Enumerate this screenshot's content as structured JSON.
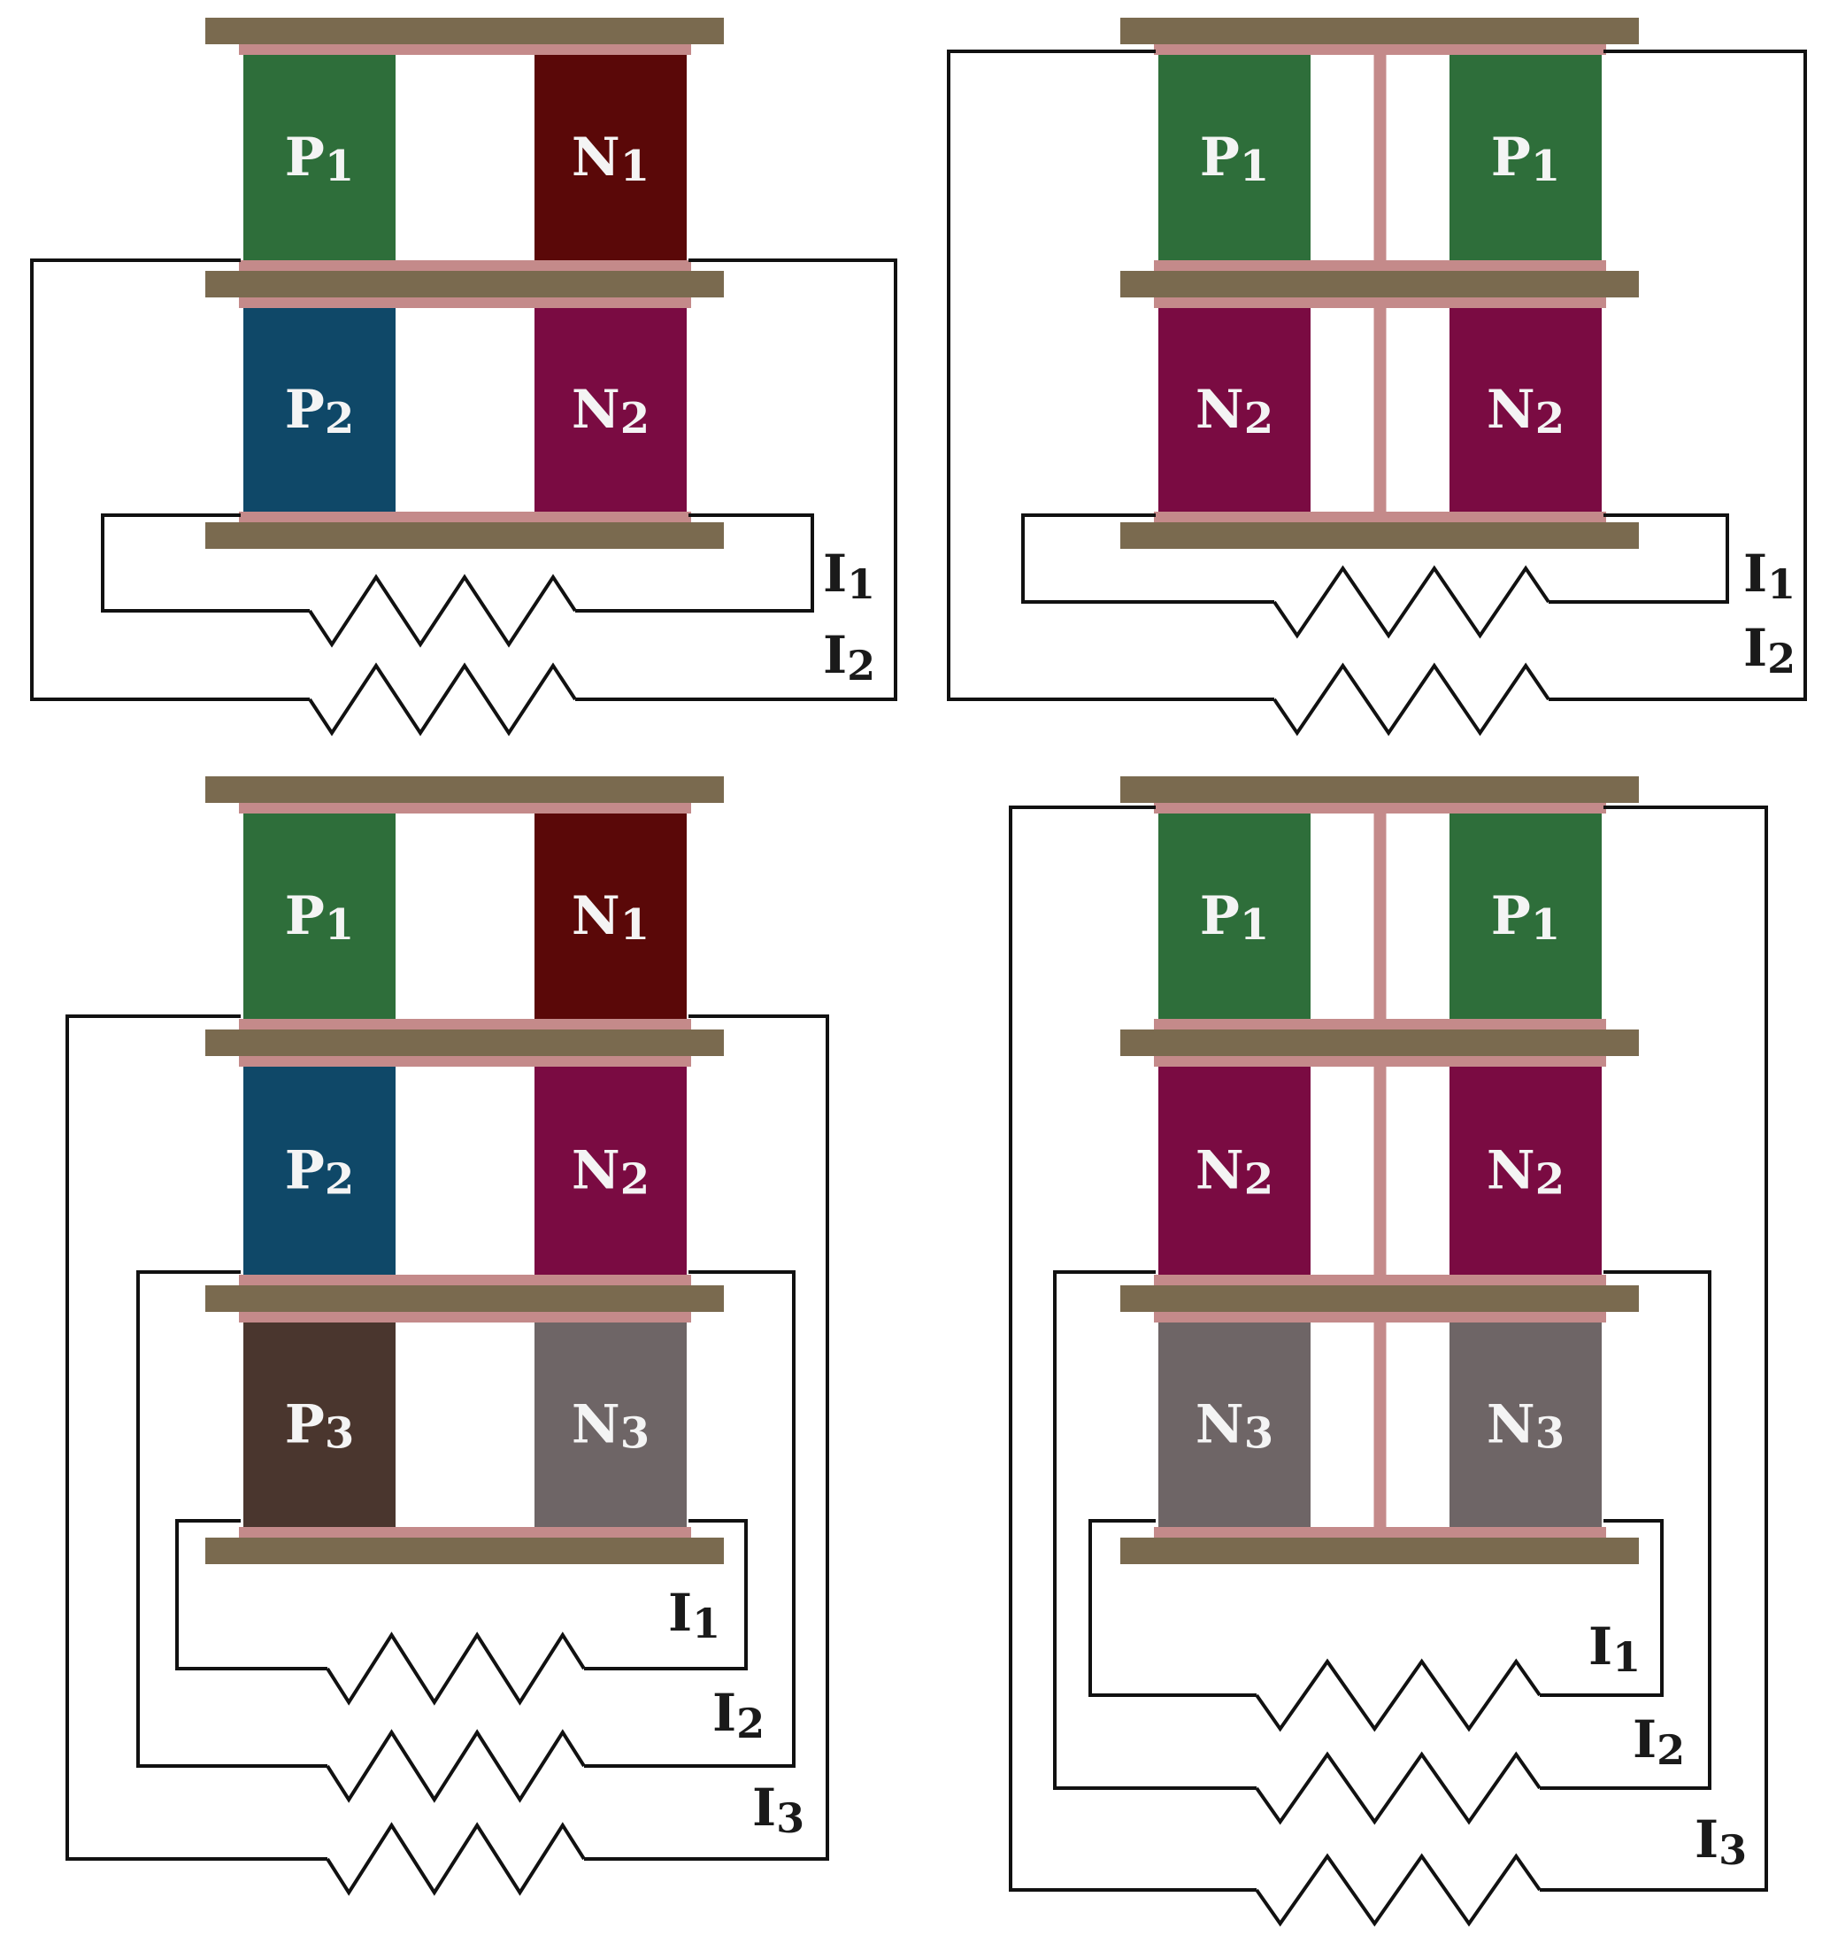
{
  "colors": {
    "plate": "#7a6a4f",
    "strip": "#c48a8a",
    "wire": "#111111",
    "P1": "#2e6e3a",
    "P2": "#0f4868",
    "P3": "#4a362e",
    "N1": "#5a0808",
    "N2": "#7a0b42",
    "N3": "#6e6566",
    "text_light": "#f2f2f2",
    "text_dark": "#1a1a1a"
  },
  "panels": [
    {
      "id": "panel-a",
      "legs": [
        [
          {
            "sym": "P",
            "sub": "1"
          },
          {
            "sym": "N",
            "sub": "1"
          }
        ],
        [
          {
            "sym": "P",
            "sub": "2"
          },
          {
            "sym": "N",
            "sub": "2"
          }
        ]
      ],
      "currents": [
        {
          "sym": "I",
          "sub": "1"
        },
        {
          "sym": "I",
          "sub": "2"
        }
      ]
    },
    {
      "id": "panel-b",
      "legs": [
        [
          {
            "sym": "P",
            "sub": "1"
          },
          {
            "sym": "P",
            "sub": "1"
          }
        ],
        [
          {
            "sym": "N",
            "sub": "2"
          },
          {
            "sym": "N",
            "sub": "2"
          }
        ]
      ],
      "currents": [
        {
          "sym": "I",
          "sub": "1"
        },
        {
          "sym": "I",
          "sub": "2"
        }
      ]
    },
    {
      "id": "panel-c",
      "legs": [
        [
          {
            "sym": "P",
            "sub": "1"
          },
          {
            "sym": "N",
            "sub": "1"
          }
        ],
        [
          {
            "sym": "P",
            "sub": "2"
          },
          {
            "sym": "N",
            "sub": "2"
          }
        ],
        [
          {
            "sym": "P",
            "sub": "3"
          },
          {
            "sym": "N",
            "sub": "3"
          }
        ]
      ],
      "currents": [
        {
          "sym": "I",
          "sub": "1"
        },
        {
          "sym": "I",
          "sub": "2"
        },
        {
          "sym": "I",
          "sub": "3"
        }
      ]
    },
    {
      "id": "panel-d",
      "legs": [
        [
          {
            "sym": "P",
            "sub": "1"
          },
          {
            "sym": "P",
            "sub": "1"
          }
        ],
        [
          {
            "sym": "N",
            "sub": "2"
          },
          {
            "sym": "N",
            "sub": "2"
          }
        ],
        [
          {
            "sym": "N",
            "sub": "3"
          },
          {
            "sym": "N",
            "sub": "3"
          }
        ]
      ],
      "currents": [
        {
          "sym": "I",
          "sub": "1"
        },
        {
          "sym": "I",
          "sub": "2"
        },
        {
          "sym": "I",
          "sub": "3"
        }
      ]
    }
  ]
}
